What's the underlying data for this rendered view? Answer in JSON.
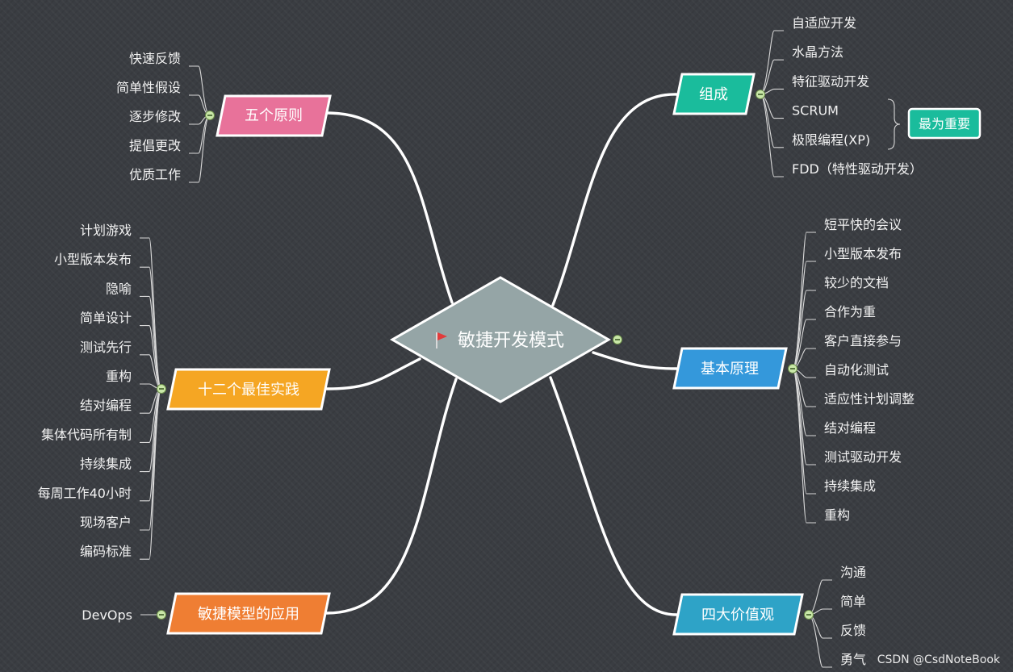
{
  "center": {
    "label": "敏捷开发模式",
    "icon": "red-flag-icon",
    "fill": "#95a5a6"
  },
  "branches": {
    "principles": {
      "label": "五个原则",
      "color": "#e8729a",
      "leaves": [
        "快速反馈",
        "简单性假设",
        "逐步修改",
        "提倡更改",
        "优质工作"
      ]
    },
    "practices": {
      "label": "十二个最佳实践",
      "color": "#f5a623",
      "leaves": [
        "计划游戏",
        "小型版本发布",
        "隐喻",
        "简单设计",
        "测试先行",
        "重构",
        "结对编程",
        "集体代码所有制",
        "持续集成",
        "每周工作40小时",
        "现场客户",
        "编码标准"
      ]
    },
    "application": {
      "label": "敏捷模型的应用",
      "color": "#ef7e33",
      "leaves": [
        "DevOps"
      ]
    },
    "composition": {
      "label": "组成",
      "color": "#1abc9c",
      "leaves": [
        "自适应开发",
        "水晶方法",
        "特征驱动开发",
        "SCRUM",
        "极限编程(XP)",
        "FDD（特性驱动开发）"
      ],
      "callout": "最为重要"
    },
    "basics": {
      "label": "基本原理",
      "color": "#3498db",
      "leaves": [
        "短平快的会议",
        "小型版本发布",
        "较少的文档",
        "合作为重",
        "客户直接参与",
        "自动化测试",
        "适应性计划调整",
        "结对编程",
        "测试驱动开发",
        "持续集成",
        "重构"
      ]
    },
    "values": {
      "label": "四大价值观",
      "color": "#2ea3c7",
      "leaves": [
        "沟通",
        "简单",
        "反馈",
        "勇气"
      ]
    }
  },
  "watermark": "CSDN @CsdNoteBook"
}
